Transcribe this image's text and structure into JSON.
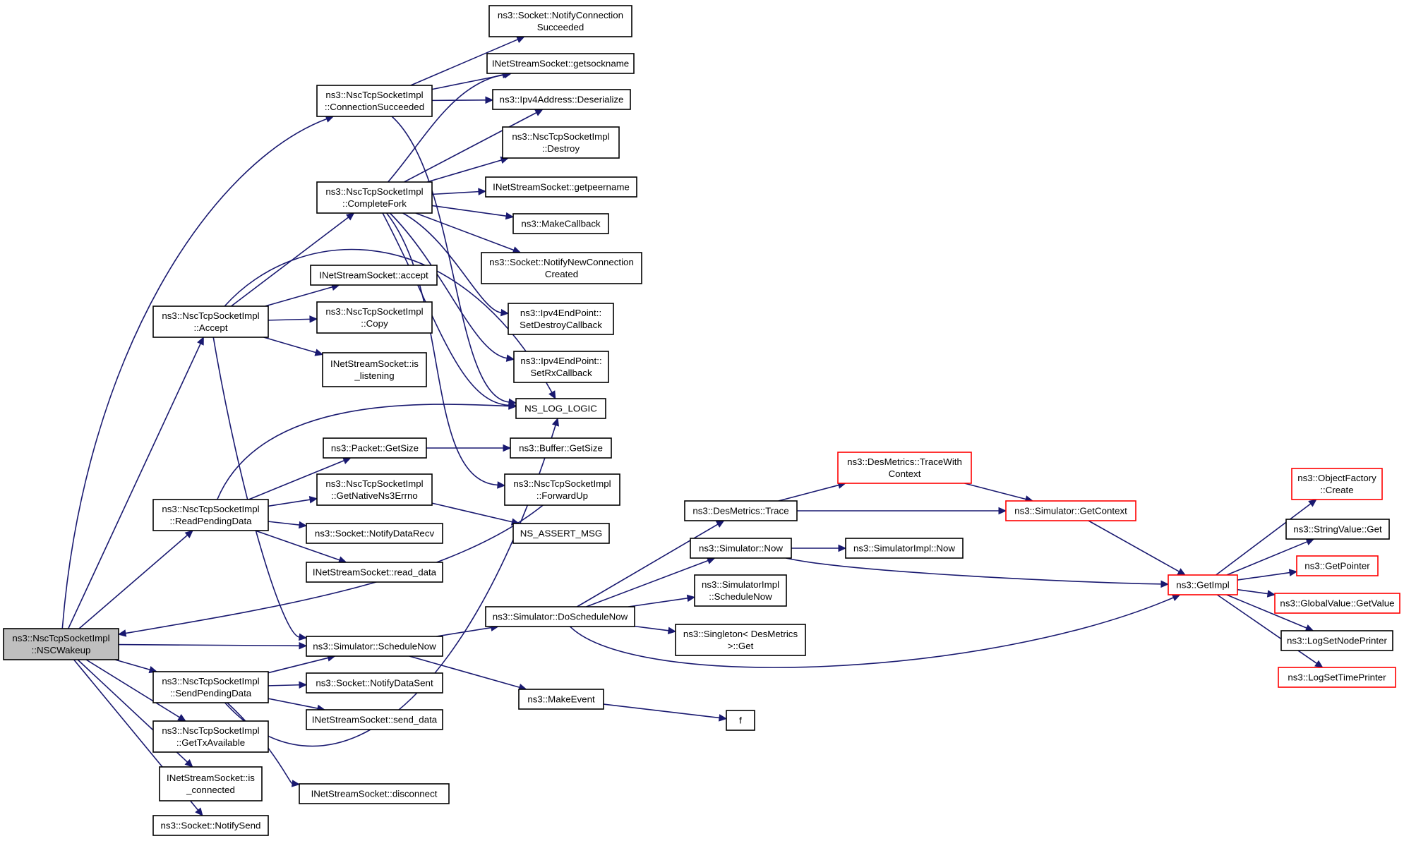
{
  "nodes": {
    "wakeup": [
      "ns3::NscTcpSocketImpl",
      "::NSCWakeup"
    ],
    "connsucc": [
      "ns3::NscTcpSocketImpl",
      "::ConnectionSucceeded"
    ],
    "completefork": [
      "ns3::NscTcpSocketImpl",
      "::CompleteFork"
    ],
    "accept": [
      "ns3::NscTcpSocketImpl",
      "::Accept"
    ],
    "readpending": [
      "ns3::NscTcpSocketImpl",
      "::ReadPendingData"
    ],
    "schednow": [
      "ns3::Simulator::ScheduleNow"
    ],
    "sendpending": [
      "ns3::NscTcpSocketImpl",
      "::SendPendingData"
    ],
    "gettx": [
      "ns3::NscTcpSocketImpl",
      "::GetTxAvailable"
    ],
    "isconn": [
      "INetStreamSocket::is",
      "_connected"
    ],
    "notifysend": [
      "ns3::Socket::NotifySend"
    ],
    "notifyconnsucc": [
      "ns3::Socket::NotifyConnection",
      "Succeeded"
    ],
    "getsockname": [
      "INetStreamSocket::getsockname"
    ],
    "deserialize": [
      "ns3::Ipv4Address::Deserialize"
    ],
    "destroy": [
      "ns3::NscTcpSocketImpl",
      "::Destroy"
    ],
    "getpeername": [
      "INetStreamSocket::getpeername"
    ],
    "makecallback": [
      "ns3::MakeCallback"
    ],
    "notifynewconn": [
      "ns3::Socket::NotifyNewConnection",
      "Created"
    ],
    "setdestroy": [
      "ns3::Ipv4EndPoint::",
      "SetDestroyCallback"
    ],
    "setrx": [
      "ns3::Ipv4EndPoint::",
      "SetRxCallback"
    ],
    "nslog": [
      "NS_LOG_LOGIC"
    ],
    "inaccept": [
      "INetStreamSocket::accept"
    ],
    "copy": [
      "ns3::NscTcpSocketImpl",
      "::Copy"
    ],
    "islistening": [
      "INetStreamSocket::is",
      "_listening"
    ],
    "pktgetsize": [
      "ns3::Packet::GetSize"
    ],
    "bufgetsize": [
      "ns3::Buffer::GetSize"
    ],
    "geterrno": [
      "ns3::NscTcpSocketImpl",
      "::GetNativeNs3Errno"
    ],
    "forwardup": [
      "ns3::NscTcpSocketImpl",
      "::ForwardUp"
    ],
    "notifydatarecv": [
      "ns3::Socket::NotifyDataRecv"
    ],
    "assertmsg": [
      "NS_ASSERT_MSG"
    ],
    "readdata": [
      "INetStreamSocket::read_data"
    ],
    "notifydatasent": [
      "ns3::Socket::NotifyDataSent"
    ],
    "senddata": [
      "INetStreamSocket::send_data"
    ],
    "disconnect": [
      "INetStreamSocket::disconnect"
    ],
    "doschednow": [
      "ns3::Simulator::DoScheduleNow"
    ],
    "makeevent": [
      "ns3::MakeEvent"
    ],
    "f": [
      "f"
    ],
    "trace": [
      "ns3::DesMetrics::Trace"
    ],
    "tracectx": [
      "ns3::DesMetrics::TraceWith",
      "Context"
    ],
    "simnow": [
      "ns3::Simulator::Now"
    ],
    "simimplnow": [
      "ns3::SimulatorImpl::Now"
    ],
    "simimplsched": [
      "ns3::SimulatorImpl",
      "::ScheduleNow"
    ],
    "singleton": [
      "ns3::Singleton< DesMetrics",
      ">::Get"
    ],
    "getcontext": [
      "ns3::Simulator::GetContext"
    ],
    "getimpl": [
      "ns3::GetImpl"
    ],
    "objfactory": [
      "ns3::ObjectFactory",
      "::Create"
    ],
    "strvalget": [
      "ns3::StringValue::Get"
    ],
    "getpointer": [
      "ns3::GetPointer"
    ],
    "globalvalue": [
      "ns3::GlobalValue::GetValue"
    ],
    "lognode": [
      "ns3::LogSetNodePrinter"
    ],
    "logtime": [
      "ns3::LogSetTimePrinter"
    ]
  },
  "colors": {
    "edge": "#191970",
    "root_fill": "#bfbfbf",
    "truncated_border": "#ff0000",
    "border": "#000000"
  }
}
